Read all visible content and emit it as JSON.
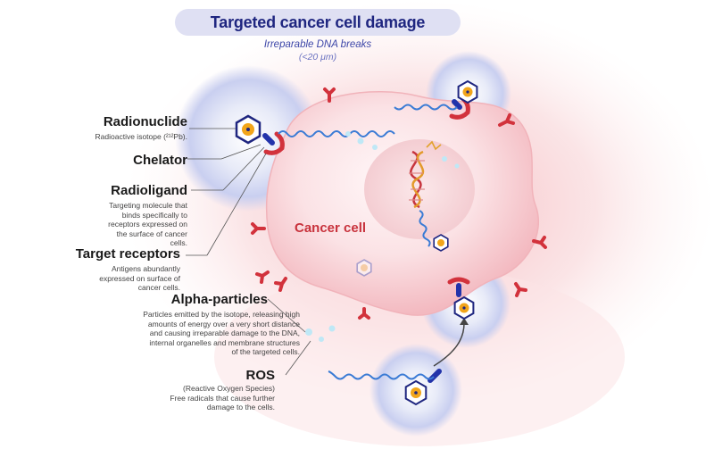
{
  "title": "Targeted cancer cell damage",
  "subtitle": "Irreparable DNA breaks",
  "subtitle_range": "(<20 μm)",
  "cell_label": "Cancer cell",
  "labels": [
    {
      "key": "radionuclide",
      "title": "Radionuclide",
      "desc": "Radioactive isotope (²¹²Pb)."
    },
    {
      "key": "chelator",
      "title": "Chelator",
      "desc": ""
    },
    {
      "key": "radioligand",
      "title": "Radioligand",
      "desc": "Targeting molecule that binds specifically to receptors expressed on the surface of cancer cells."
    },
    {
      "key": "target-receptors",
      "title": "Target receptors",
      "desc": "Antigens abundantly expressed on surface of cancer cells."
    },
    {
      "key": "alpha-particles",
      "title": "Alpha-particles",
      "desc": "Particles emitted by the isotope, releasing high amounts of energy over a very short distance and causing irreparable damage to the DNA, internal organelles and membrane structures of the targeted cells."
    },
    {
      "key": "ros",
      "title": "ROS",
      "desc": "(Reactive Oxygen Species) Free radicals that cause further damage to the cells."
    }
  ],
  "colors": {
    "title_bg": "#dfe0f3",
    "title_text": "#1f2680",
    "cell": "#f6c6cc",
    "receptor": "#d2323c",
    "ligand": "#2233aa",
    "wave": "#3a7bd5",
    "hex_fill": "#f2a51a"
  }
}
